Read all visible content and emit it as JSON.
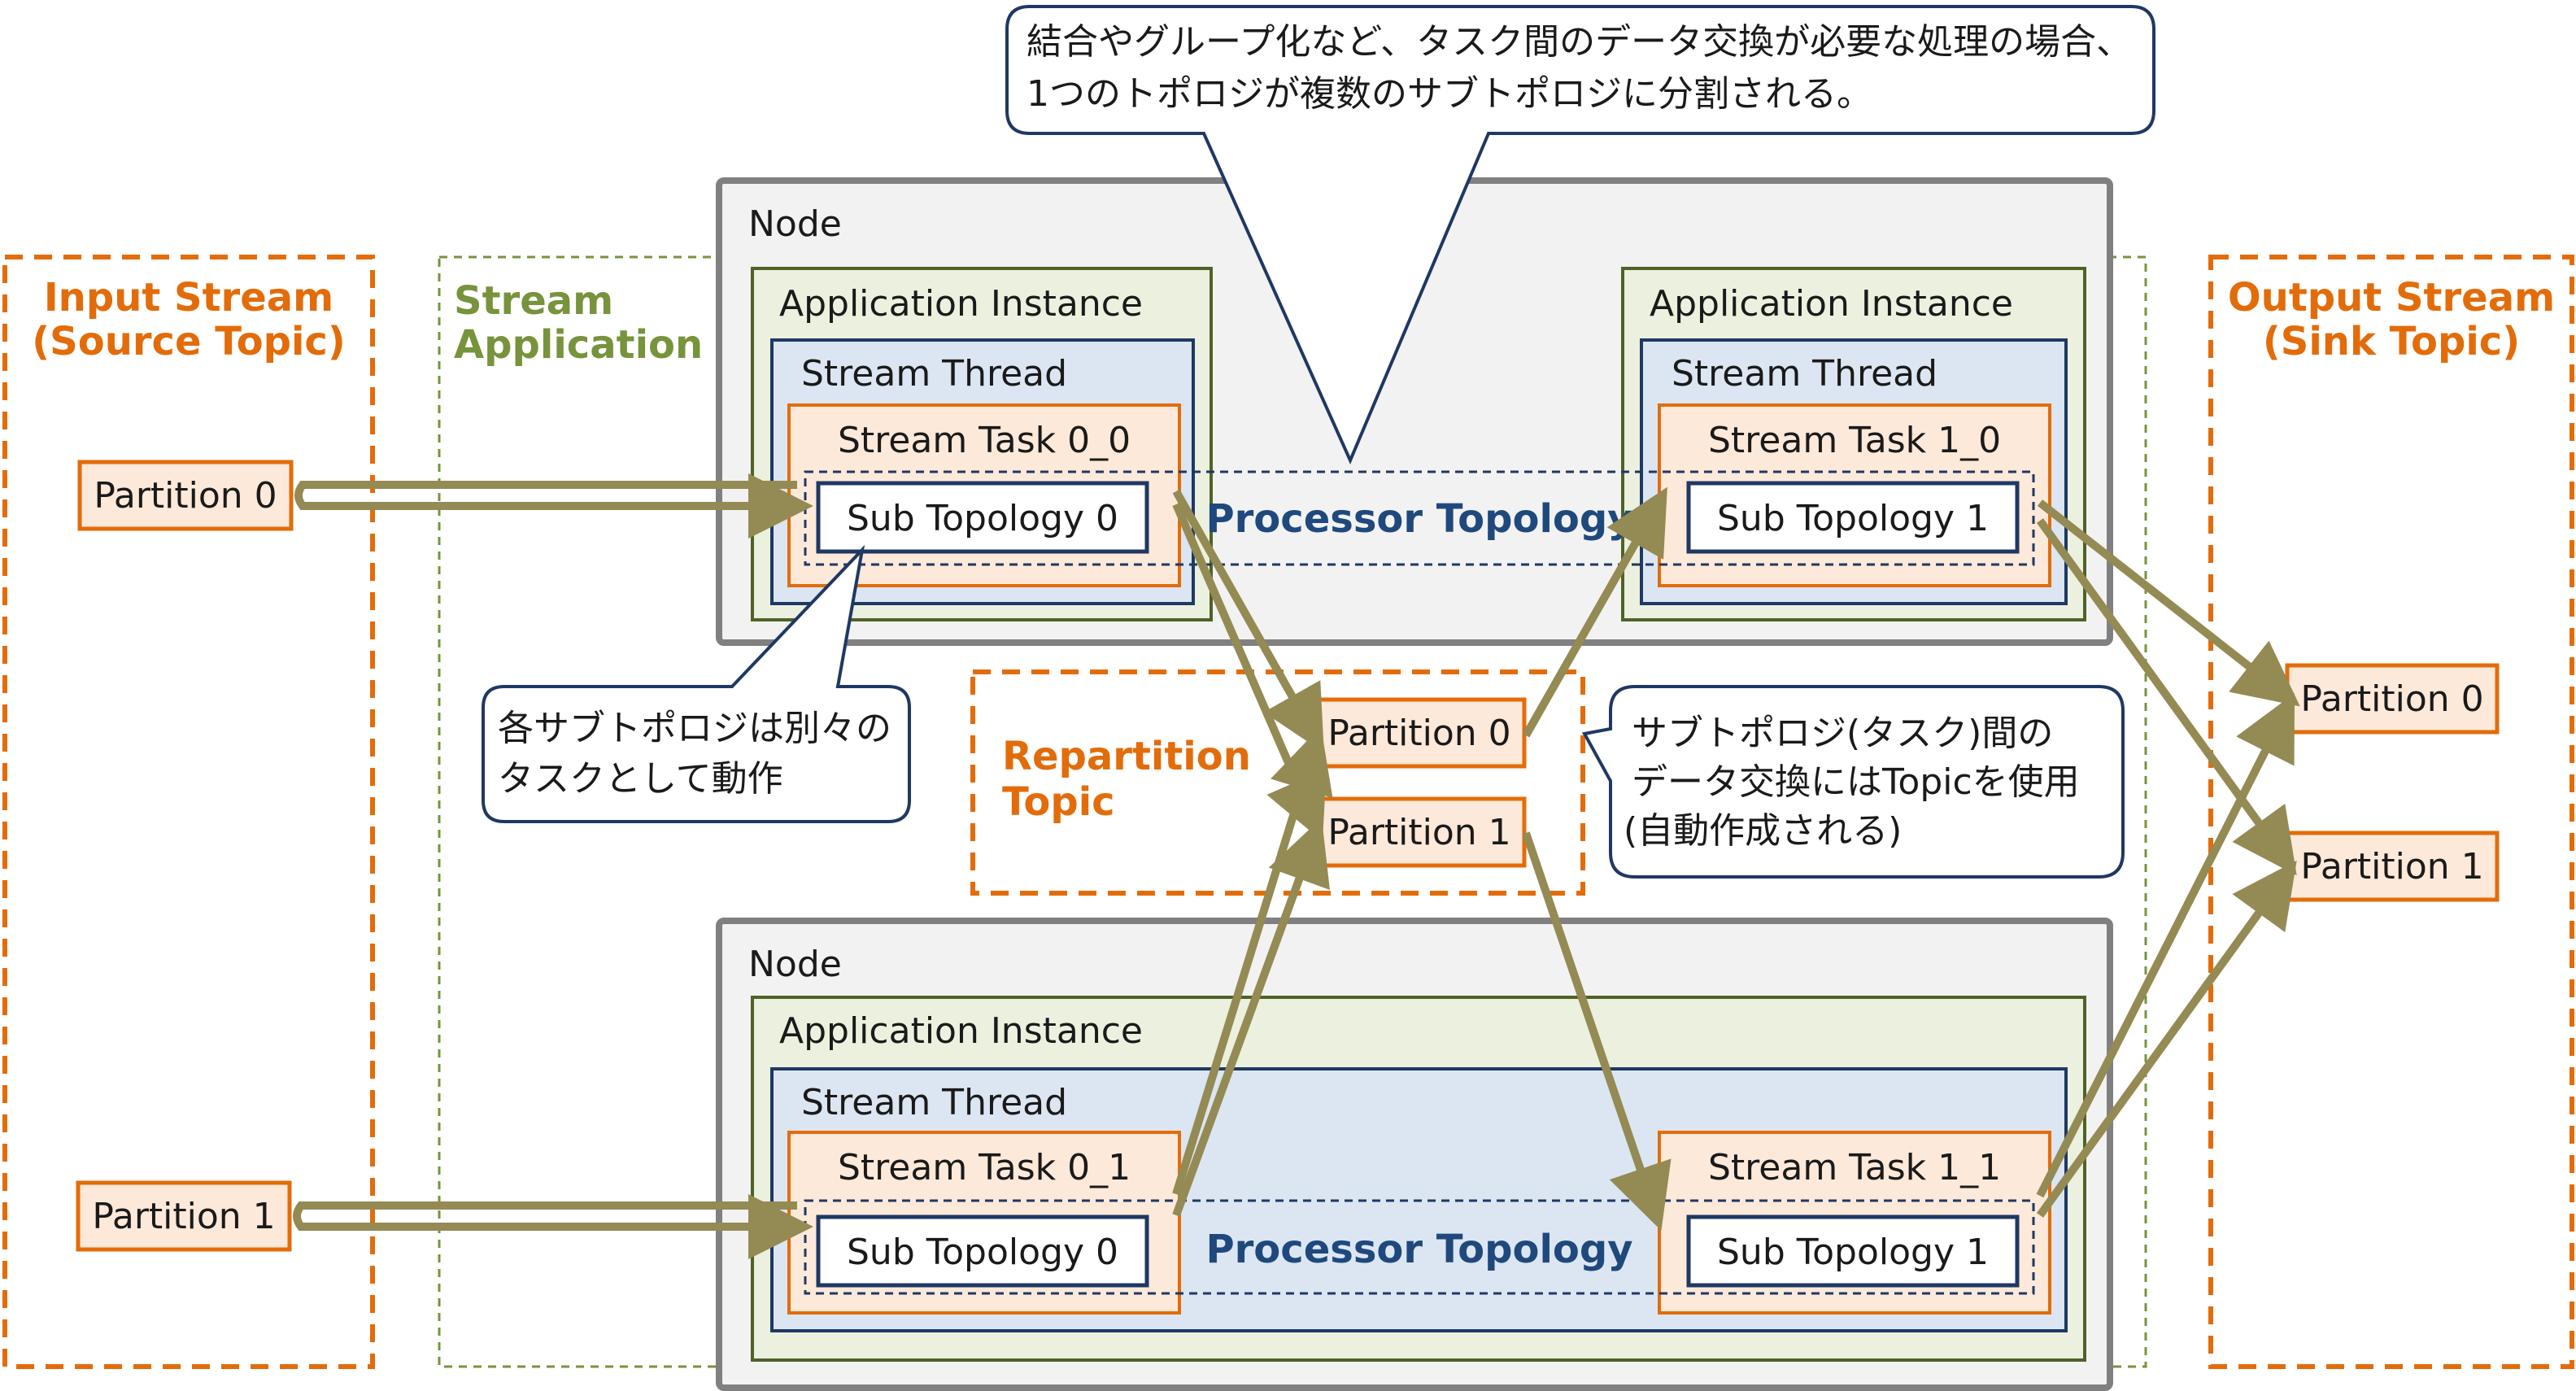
{
  "input_stream": {
    "title_line1": "Input Stream",
    "title_line2": "(Source Topic)",
    "partitions": [
      "Partition 0",
      "Partition 1"
    ]
  },
  "output_stream": {
    "title_line1": "Output Stream",
    "title_line2": "(Sink Topic)",
    "partitions": [
      "Partition 0",
      "Partition 1"
    ]
  },
  "stream_application": {
    "title_line1": "Stream",
    "title_line2": "Application"
  },
  "repartition_topic": {
    "title_line1": "Repartition",
    "title_line2": "Topic",
    "partitions": [
      "Partition 0",
      "Partition 1"
    ]
  },
  "nodes": {
    "node_label": "Node",
    "app_instance_label": "Application Instance",
    "stream_thread_label": "Stream Thread",
    "processor_topology_label": "Processor Topology",
    "tasks": {
      "t0_0": "Stream Task 0_0",
      "t1_0": "Stream Task 1_0",
      "t0_1": "Stream Task 0_1",
      "t1_1": "Stream Task 1_1"
    },
    "sub_topology_0": "Sub Topology 0",
    "sub_topology_1": "Sub Topology 1"
  },
  "callouts": {
    "top": {
      "line1": "結合やグループ化など、タスク間のデータ交換が必要な処理の場合、",
      "line2": "1つのトポロジが複数のサブトポロジに分割される。"
    },
    "left": {
      "line1": "各サブトポロジは別々の",
      "line2": "タスクとして動作"
    },
    "right": {
      "line1": "サブトポロジ(タスク)間の",
      "line2": "データ交換にはTopicを使用",
      "line3": "(自動作成される)"
    }
  },
  "colors": {
    "orange": "#e36c0a",
    "orange_fill": "#fde9d9",
    "green": "#77933c",
    "navy": "#1f3864",
    "blue_fill": "#dce6f2",
    "node_fill": "#f2f2f2",
    "node_border": "#808080",
    "arrow": "#948a54"
  }
}
